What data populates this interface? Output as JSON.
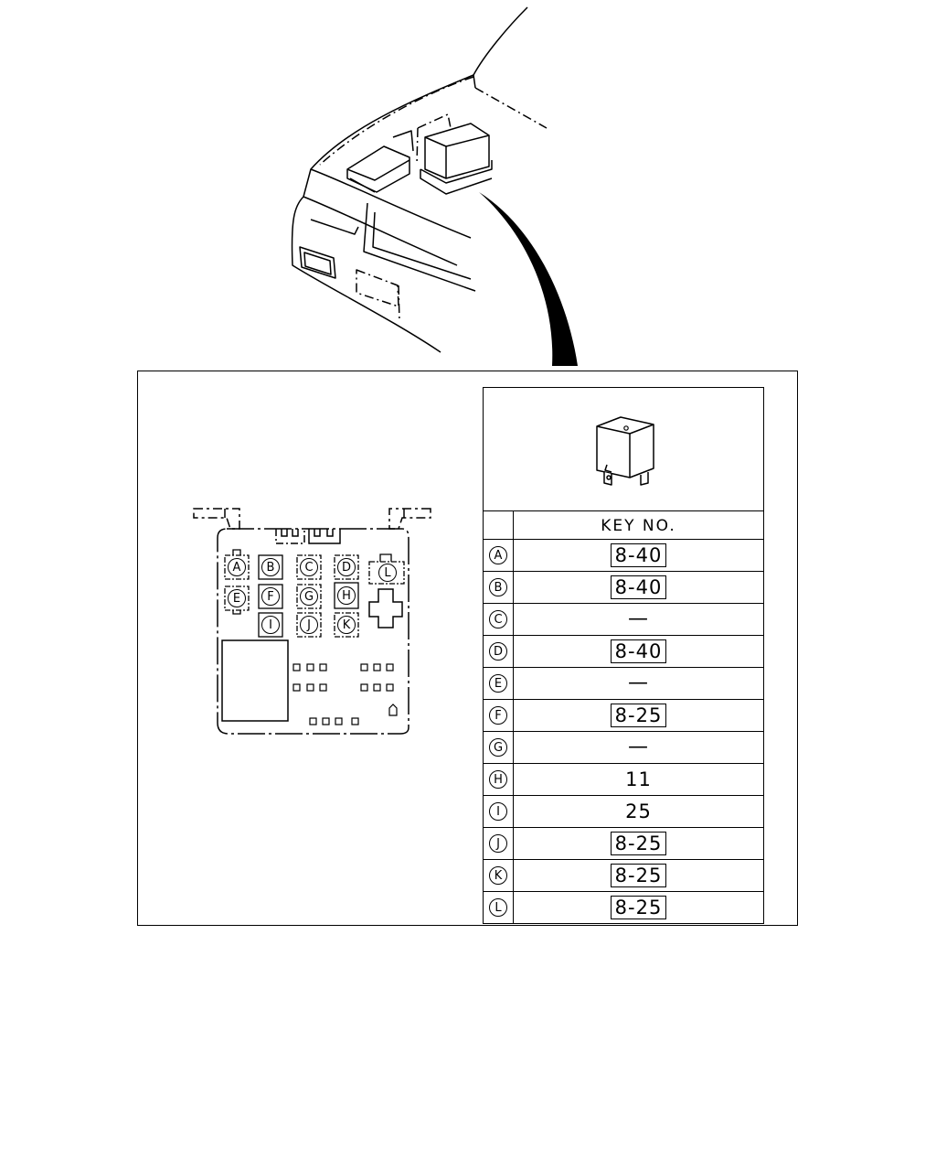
{
  "relay_box": {
    "positions": [
      "A",
      "B",
      "C",
      "D",
      "E",
      "F",
      "G",
      "H",
      "I",
      "J",
      "K",
      "L"
    ]
  },
  "key_table": {
    "header": "KEY NO.",
    "rows": [
      {
        "id": "A",
        "value": "8-40",
        "boxed": true
      },
      {
        "id": "B",
        "value": "8-40",
        "boxed": true
      },
      {
        "id": "C",
        "value": "—",
        "boxed": false
      },
      {
        "id": "D",
        "value": "8-40",
        "boxed": true
      },
      {
        "id": "E",
        "value": "—",
        "boxed": false
      },
      {
        "id": "F",
        "value": "8-25",
        "boxed": true
      },
      {
        "id": "G",
        "value": "—",
        "boxed": false
      },
      {
        "id": "H",
        "value": "11",
        "boxed": false
      },
      {
        "id": "I",
        "value": "25",
        "boxed": false
      },
      {
        "id": "J",
        "value": "8-25",
        "boxed": true
      },
      {
        "id": "K",
        "value": "8-25",
        "boxed": true
      },
      {
        "id": "L",
        "value": "8-25",
        "boxed": true
      }
    ]
  }
}
